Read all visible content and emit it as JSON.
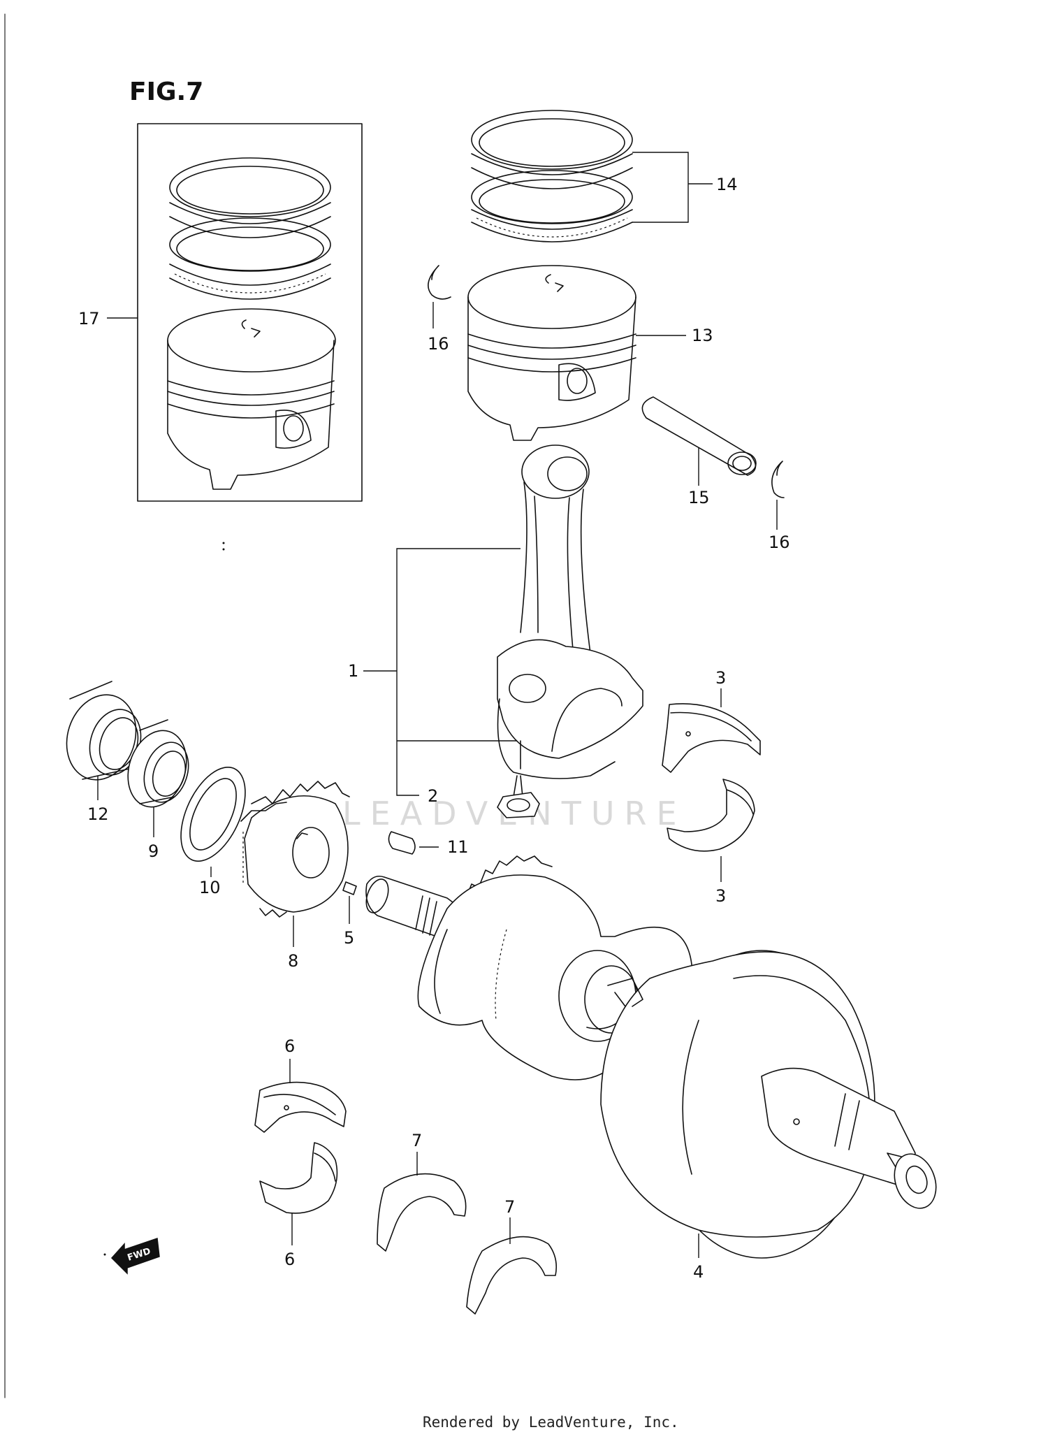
{
  "figure": {
    "title": "FIG.7",
    "direction_badge": "FWD",
    "watermark": "LEADVENTURE",
    "credit": "Rendered by LeadVenture, Inc."
  },
  "callouts": {
    "c1": "1",
    "c2": "2",
    "c3a": "3",
    "c3b": "3",
    "c4": "4",
    "c5": "5",
    "c6a": "6",
    "c6b": "6",
    "c7a": "7",
    "c7b": "7",
    "c8": "8",
    "c9": "9",
    "c10": "10",
    "c11": "11",
    "c12": "12",
    "c13": "13",
    "c14": "14",
    "c15": "15",
    "c16a": "16",
    "c16b": "16",
    "c17": "17"
  }
}
